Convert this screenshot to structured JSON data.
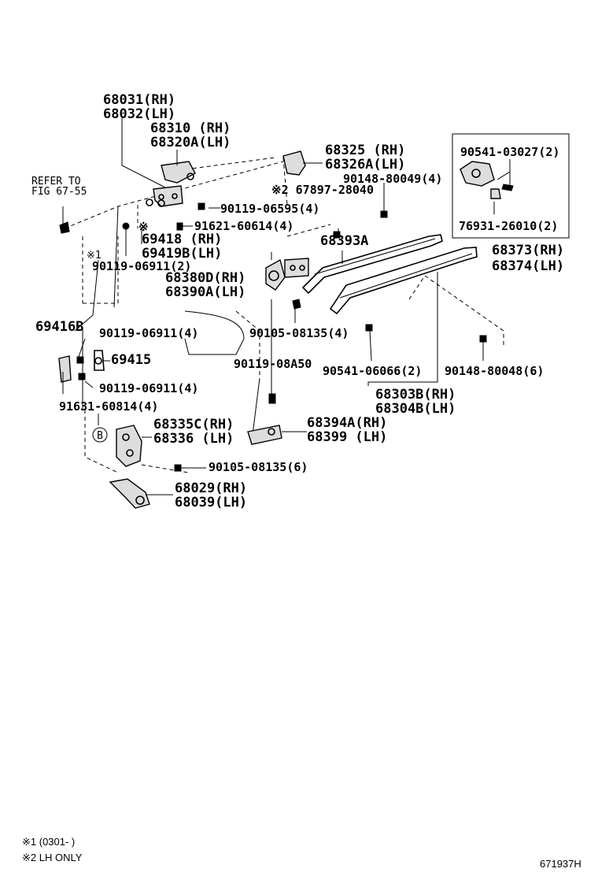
{
  "labels": {
    "p68031": "68031(RH)",
    "p68032": "68032(LH)",
    "p68310": "68310  (RH)",
    "p68320a": "68320A(LH)",
    "p68325": "68325  (RH)",
    "p68326a": "68326A(LH)",
    "p90148_80049": "90148-80049(4)",
    "p90541_03027": "90541-03027(2)",
    "p76931": "76931-26010(2)",
    "p68373": "68373(RH)",
    "p68374": "68374(LH)",
    "refer_line1": "REFER TO",
    "refer_line2": "FIG  67-55",
    "mark2_67897": "※2 67897-28040",
    "p90119_06595": "90119-06595(4)",
    "p91621": "91621-60614(4)",
    "p68393a": "68393A",
    "mark_small": "※",
    "p69418": "69418  (RH)",
    "p69419b": "69419B(LH)",
    "mark1": "※1",
    "p90119_06911_2": "90119-06911(2)",
    "p68380d": "68380D(RH)",
    "p68390a": "68390A(LH)",
    "p69416b": "69416B",
    "p90119_06911_4a": "90119-06911(4)",
    "p90105_08135_4": "90105-08135(4)",
    "p69415": "69415",
    "p90119_08a50": "90119-08A50",
    "p90541_06066": "90541-06066(2)",
    "p90148_80048": "90148-80048(6)",
    "p90119_06911_4b": "90119-06911(4)",
    "p68303b": "68303B(RH)",
    "p68304b": "68304B(LH)",
    "p91631": "91631-60814(4)",
    "p68335c": "68335C(RH)",
    "p68336": "68336  (LH)",
    "p68394a": "68394A(RH)",
    "p68399": "68399  (LH)",
    "circle_b": "B",
    "p90105_08135_6": "90105-08135(6)",
    "p68029": "68029(RH)",
    "p68039": "68039(LH)"
  },
  "footnotes": {
    "note1": "※1 (0301-      )",
    "note2": "※2 LH ONLY"
  },
  "diagram_id": "671937H"
}
